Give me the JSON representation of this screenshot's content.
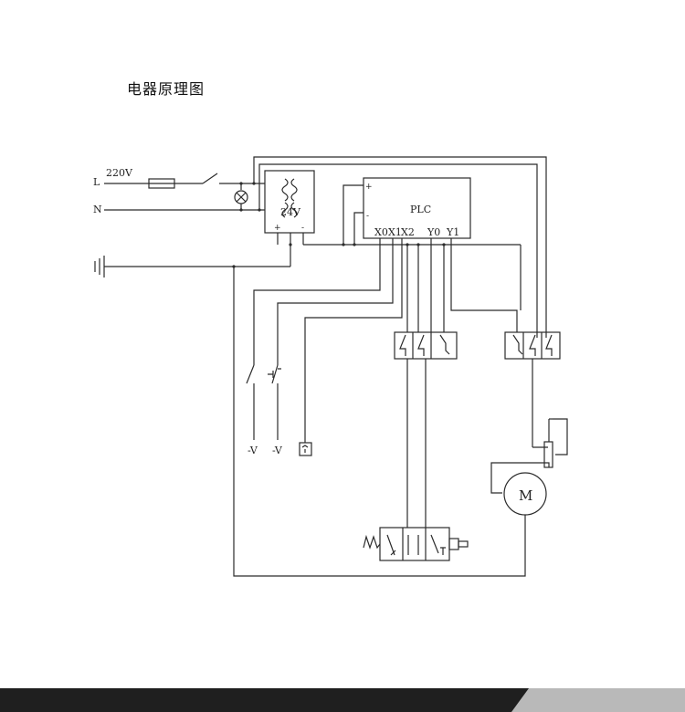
{
  "title": "电器原理图",
  "labels": {
    "line_L": "L",
    "line_N": "N",
    "voltage_ac": "220V",
    "voltage_dc": "24V",
    "plc": "PLC",
    "plc_plus": "+",
    "plc_minus": "-",
    "psu_plus": "+",
    "psu_minus": "-",
    "io_x0": "X0",
    "io_x1": "X1",
    "io_x2": "X2",
    "io_y0": "Y0",
    "io_y1": "Y1",
    "sensor_1": "-V",
    "sensor_2": "-V",
    "motor": "M"
  },
  "colors": {
    "line": "#2b2b2b",
    "background": "#ffffff",
    "footer": "#1f1f1f",
    "footer_accent": "#b9b9b9"
  }
}
